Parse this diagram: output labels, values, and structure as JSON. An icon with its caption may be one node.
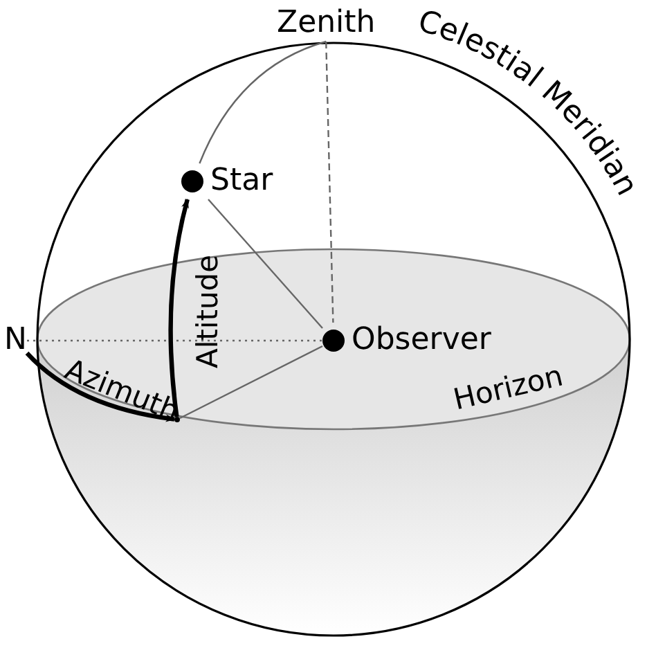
{
  "diagram": {
    "nodes": [
      {
        "text": [
          "Zenith"
        ]
      },
      {
        "text": [
          "Star"
        ]
      },
      {
        "text": [
          "N"
        ]
      },
      {
        "text": [
          "Observer"
        ]
      },
      {
        "text": [],
        "shape": "point"
      }
    ],
    "edges": [
      {
        "from": 0,
        "to": 3,
        "arrow": "none",
        "style": "dashed"
      },
      {
        "from": 1,
        "to": 3,
        "arrow": "none"
      },
      {
        "from": 2,
        "to": 3,
        "arrow": "none",
        "style": "dashed"
      },
      {
        "from": 0,
        "to": 1,
        "arrow": "none"
      },
      {
        "from": 2,
        "to": 4,
        "arrow": "to",
        "label": "Azimuth",
        "style": "thick",
        "color": "#000000"
      },
      {
        "from": 4,
        "to": 1,
        "arrow": "to",
        "label": "Altitude",
        "style": "thick",
        "color": "#000000"
      },
      {
        "from": 3,
        "to": 4,
        "arrow": "none"
      }
    ],
    "labels": [
      "Celestial Meridian",
      "Horizon"
    ]
  }
}
